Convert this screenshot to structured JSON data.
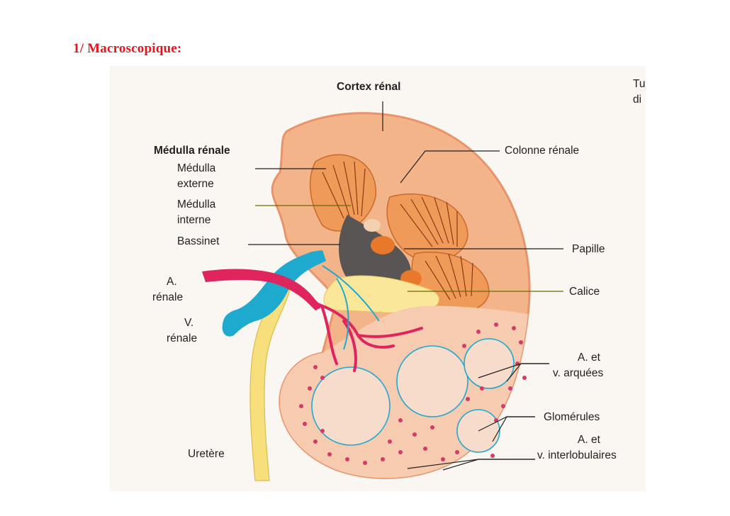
{
  "page": {
    "heading": "1/ Macroscopique:"
  },
  "figure": {
    "labels": {
      "cortex": "Cortex rénal",
      "medulla": "Médulla rénale",
      "medulla_ext_1": "Médulla",
      "medulla_ext_2": "externe",
      "medulla_int_1": "Médulla",
      "medulla_int_2": "interne",
      "bassinet": "Bassinet",
      "artery_1": "A.",
      "artery_2": "rénale",
      "vein_1": "V.",
      "vein_2": "rénale",
      "ureter": "Uretère",
      "colonne": "Colonne rénale",
      "papille": "Papille",
      "calice": "Calice",
      "arquees_1": "A. et",
      "arquees_2": "v. arquées",
      "glomerules": "Glomérules",
      "interlob_1": "A. et",
      "interlob_2": "v. interlobulaires",
      "corner_1": "Tu",
      "corner_2": "di"
    },
    "colors": {
      "cortex": "#f4b48a",
      "capsule": "#e9936a",
      "medulla": "#e87d2c",
      "pelvis": "#fbe79a",
      "artery": "#e0245e",
      "vein": "#1ea9cf",
      "ureter": "#f7e07c"
    }
  }
}
